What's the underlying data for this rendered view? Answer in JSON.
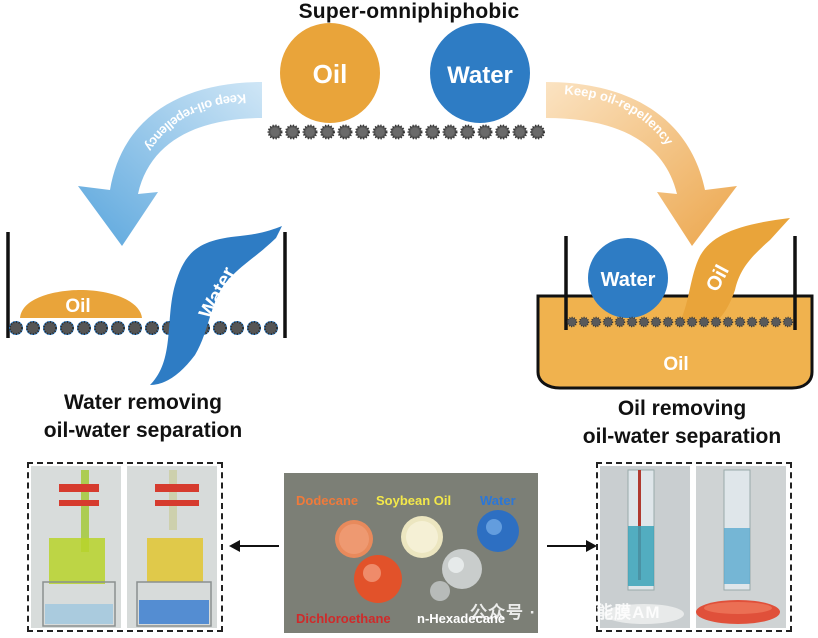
{
  "title": "Super-omniphiphobic",
  "top": {
    "oil_label": "Oil",
    "water_label": "Water",
    "left_arrow_text": "Keep oil-repellency",
    "right_arrow_text": "Keep oil-repellency"
  },
  "left_panel": {
    "oil_label": "Oil",
    "water_label": "Water",
    "caption_line1": "Water removing",
    "caption_line2": "oil-water separation"
  },
  "right_panel": {
    "water_label": "Water",
    "oil_stream_label": "Oil",
    "basin_label": "Oil",
    "caption_line1": "Oil removing",
    "caption_line2": "oil-water separation"
  },
  "center_photo": {
    "liquids": [
      "Dodecane",
      "Soybean Oil",
      "Water",
      "Dichloroethane",
      "n-Hexadecane"
    ]
  },
  "watermark": "公众号 · 先进功能膜AM",
  "colors": {
    "oil": "#E9A43A",
    "water": "#2E7CC4",
    "arrow_left": "#8EC5E8",
    "arrow_right": "#F2C891",
    "particle": "#555555"
  }
}
